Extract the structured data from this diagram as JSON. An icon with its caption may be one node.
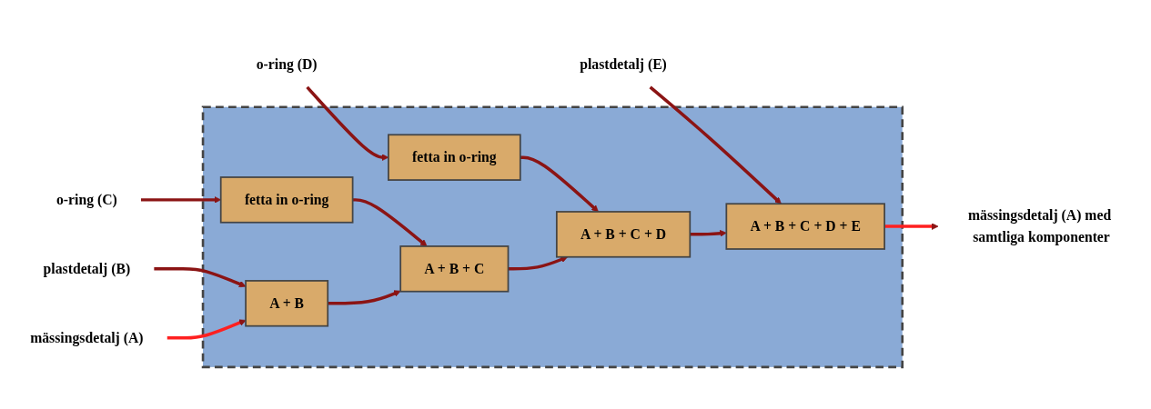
{
  "diagram": {
    "nodes": [
      {
        "text": [],
        "shape": "box"
      },
      {
        "text": [
          "plastdetalj (B)"
        ]
      },
      {
        "text": [
          "o-ring (C)"
        ]
      },
      {
        "text": [
          "o-ring (D)"
        ]
      },
      {
        "text": [
          "plastdetalj (E)"
        ]
      },
      {
        "text": [
          "fetta in o-ring"
        ],
        "in": 0
      },
      {
        "text": [
          "fetta in o-ring"
        ],
        "in": 0
      },
      {
        "text": [
          "mässingsdetalj (A)"
        ]
      },
      {
        "text": [
          "A + B"
        ],
        "in": 0
      },
      {
        "text": [
          "A + B + C"
        ],
        "in": 0
      },
      {
        "text": [
          "A + B + C + D"
        ],
        "in": 0
      },
      {
        "text": [
          "A + B + C + D + E"
        ],
        "in": 0
      },
      {
        "text": [
          "mässingsdetalj (A) med samtliga komponenter"
        ]
      }
    ],
    "edges": [
      {
        "from": 1,
        "to": 8,
        "arrow": "to"
      },
      {
        "from": 2,
        "to": 5,
        "arrow": "to"
      },
      {
        "from": 3,
        "to": 6,
        "arrow": "to"
      },
      {
        "from": 4,
        "to": 11,
        "arrow": "to"
      },
      {
        "from": 5,
        "to": 9,
        "arrow": "to"
      },
      {
        "from": 6,
        "to": 10,
        "arrow": "to"
      },
      {
        "from": 7,
        "to": 8,
        "arrow": "to",
        "color": "#ff2020"
      },
      {
        "from": 8,
        "to": 9,
        "arrow": "to"
      },
      {
        "from": 9,
        "to": 10,
        "arrow": "to"
      },
      {
        "from": 10,
        "to": 11,
        "arrow": "to"
      },
      {
        "from": 11,
        "to": 12,
        "arrow": "to",
        "color": "#ff2020"
      }
    ]
  }
}
